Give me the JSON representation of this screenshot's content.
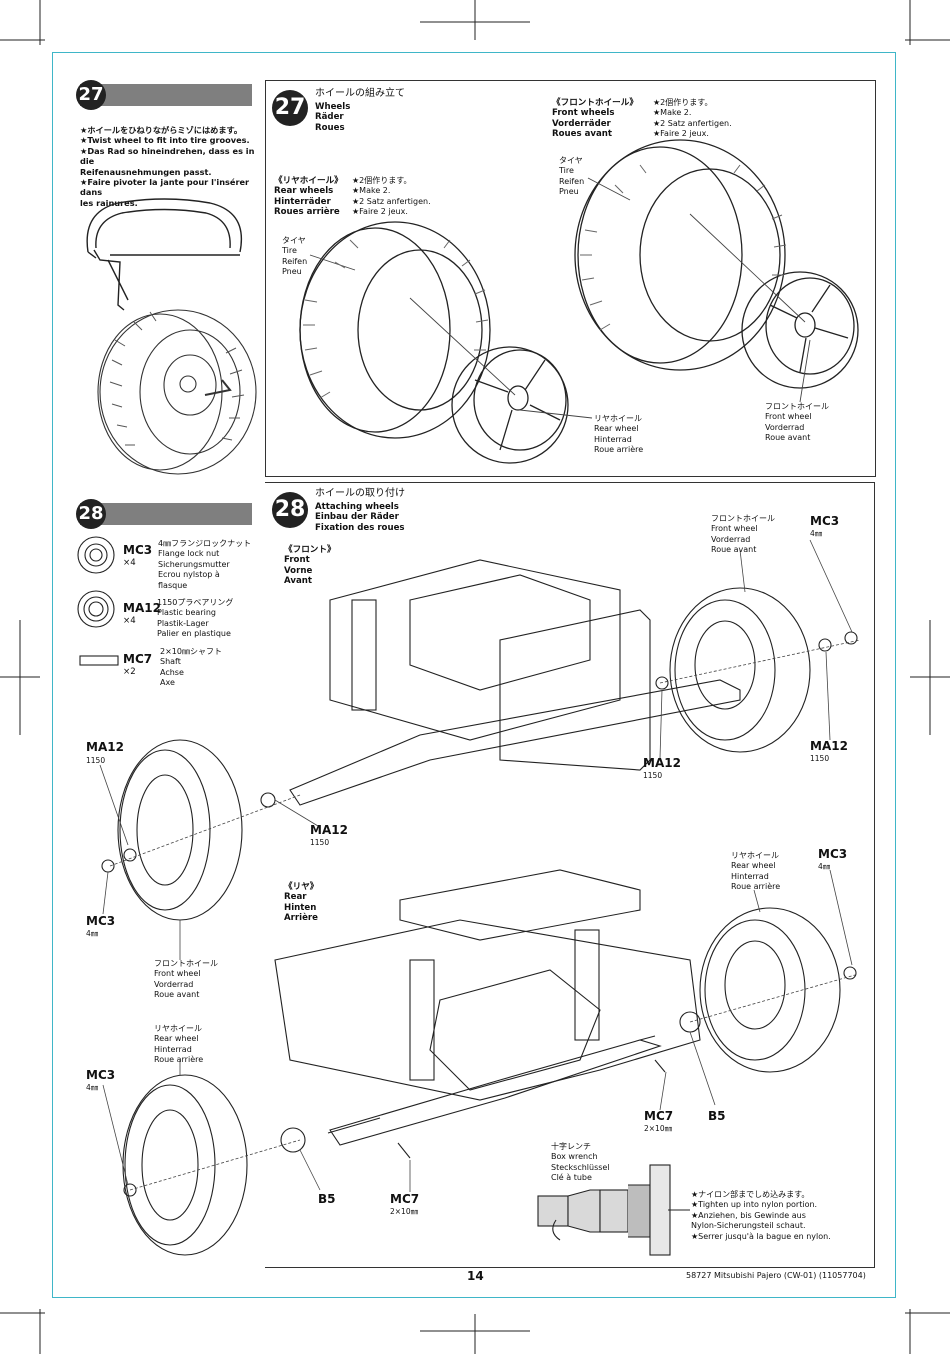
{
  "step27": {
    "number": "27",
    "instructions": "★ホイールをひねりながらミゾにはめます。\n★Twist wheel to fit into tire grooves.\n★Das Rad so hineindrehen, dass es in die\nReifenausnehmungen passt.\n★Faire pivoter la jante pour l'insérer dans\nles rainures.",
    "title_jp": "ホイールの組み立て",
    "title_multi": "Wheels\nRäder\nRoues",
    "rear_heading": "《リヤホイール》\nRear wheels\nHinterräder\nRoues arrière",
    "rear_make": "★2個作ります。\n★Make 2.\n★2 Satz anfertigen.\n★Faire 2 jeux.",
    "front_heading": "《フロントホイール》\nFront wheels\nVorderräder\nRoues avant",
    "front_make": "★2個作ります。\n★Make 2.\n★2 Satz anfertigen.\n★Faire 2 jeux.",
    "tire_label": "タイヤ\nTire\nReifen\nPneu",
    "rear_wheel_label": "リヤホイール\nRear wheel\nHinterrad\nRoue arrière",
    "front_wheel_label": "フロントホイール\nFront wheel\nVorderrad\nRoue avant"
  },
  "step28": {
    "number": "28",
    "parts": [
      {
        "code": "MC3",
        "qty": "×4",
        "desc": "4㎜フランジロックナット\nFlange lock nut\nSicherungsmutter\nEcrou nylstop à\nflasque"
      },
      {
        "code": "MA12",
        "qty": "×4",
        "desc": "1150プラベアリング\nPlastic bearing\nPlastik-Lager\nPalier en plastique"
      },
      {
        "code": "MC7",
        "qty": "×2",
        "desc": "2×10㎜シャフト\nShaft\nAchse\nAxe"
      }
    ],
    "title_jp": "ホイールの取り付け",
    "title_multi": "Attaching wheels\nEinbau der Räder\nFixation des roues",
    "front_heading": "《フロント》\nFront\nVorne\nAvant",
    "rear_heading": "《リヤ》\nRear\nHinten\nArrière",
    "front_wheel_label": "フロントホイール\nFront wheel\nVorderrad\nRoue avant",
    "rear_wheel_label": "リヤホイール\nRear wheel\nHinterrad\nRoue arrière",
    "mc3": "MC3",
    "mc3_sub": "4㎜",
    "ma12": "MA12",
    "ma12_sub": "1150",
    "mc7": "MC7",
    "mc7_sub": "2×10㎜",
    "b5": "B5",
    "box_wrench": "十字レンチ\nBox wrench\nSteckschlüssel\nClé à tube",
    "tighten_note": "★ナイロン部までしめ込みます。\n★Tighten up into nylon portion.\n★Anziehen, bis Gewinde aus\nNylon-Sicherungsteil schaut.\n★Serrer jusqu'à la bague en nylon."
  },
  "footer": {
    "page_number": "14",
    "product": "58727  Mitsubishi Pajero (CW-01) (11057704)"
  }
}
